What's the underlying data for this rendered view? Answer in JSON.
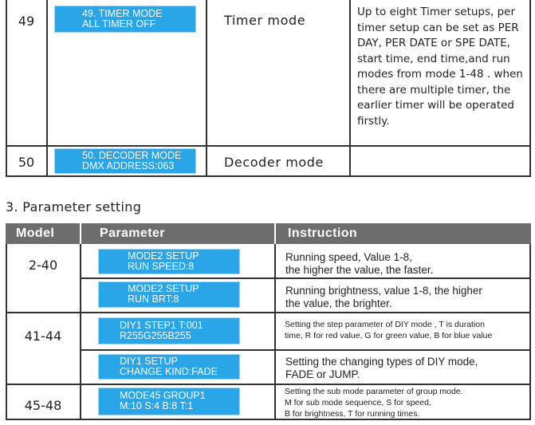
{
  "top_rows": [
    {
      "number": "49",
      "display": [
        "49. TIMER  MODE",
        "ALL  TIMER  OFF"
      ],
      "mode": "Timer  mode",
      "instruction": [
        "Up to eight  Timer setups,  per",
        "timer setup can be set as PER",
        "DAY, PER DATE or SPE DATE,",
        "start time, end time,and run",
        "modes from mode 1-48 . when",
        "there are multiple timer, the",
        "earlier timer will be operated",
        "firstly."
      ]
    },
    {
      "number": "50",
      "display": [
        "50. DECODER  MODE",
        "DMX  ADDRESS:063"
      ],
      "mode": "Decoder  mode",
      "instruction": []
    }
  ],
  "section_title": "3. Parameter setting",
  "param_table": {
    "headers": [
      "Model",
      "Parameter",
      "Instruction"
    ],
    "groups": [
      {
        "model": "2-40",
        "rows": [
          {
            "display": [
              "MODE2  SETUP",
              "RUN  SPEED:8"
            ],
            "instruction": [
              "Running speed, Value 1-8,",
              "the higher the value, the faster."
            ]
          },
          {
            "display": [
              "MODE2  SETUP",
              "RUN  BRT:8"
            ],
            "instruction": [
              "Running brightness, value 1-8, the higher",
              "the value, the brighter."
            ]
          }
        ]
      },
      {
        "model": "41-44",
        "rows": [
          {
            "display": [
              "DIY1  STEP1  T:001",
              "R255G255B255"
            ],
            "instruction": [
              "Setting the step parameter of DIY mode , T is duration",
              "time, R for red value, G for green value, B for blue value"
            ]
          },
          {
            "display": [
              "DIY1  SETUP",
              "CHANGE  KIND:FADE"
            ],
            "instruction": [
              "Setting the changing types of DIY mode,",
              "FADE or JUMP."
            ]
          }
        ]
      },
      {
        "model": "45-48",
        "rows": [
          {
            "display": [
              "MODE45  GROUP1",
              "M:10  S:4  B:8 T:1"
            ],
            "instruction": [
              "Setting the sub mode parameter of group mode.",
              "M for sub mode sequence, S for speed,",
              "B for brightness, T for running times."
            ]
          }
        ]
      }
    ]
  },
  "colors": {
    "lcd_background": "#29a5e8",
    "header_background": "#6d6d6d"
  }
}
